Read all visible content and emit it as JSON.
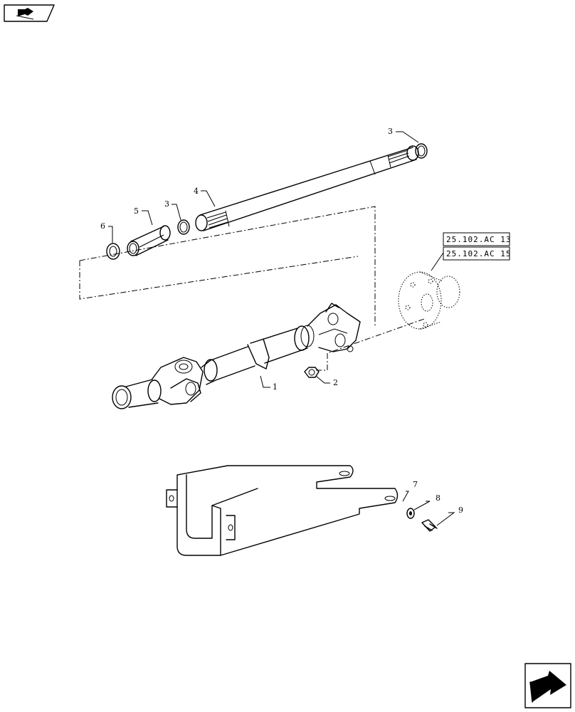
{
  "callouts": {
    "c1": "1",
    "c2": "2",
    "c3a": "3",
    "c3b": "3",
    "c4": "4",
    "c5": "5",
    "c6": "6",
    "c7": "7",
    "c8": "8",
    "c9": "9"
  },
  "references": {
    "ref1": "25.102.AC 13",
    "ref2": "25.102.AC 15"
  },
  "icons": {
    "top_left": "book-arrow-icon",
    "bottom_right": "next-page-arrow-icon"
  }
}
